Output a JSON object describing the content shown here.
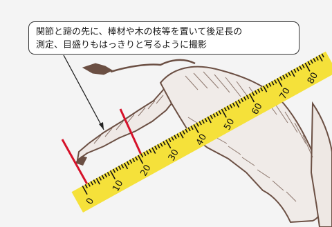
{
  "callout": {
    "line1": "関節と蹄の先に、棒材や木の枝等を置いて後足長の",
    "line2": "測定、目盛りもはっきりと写るように撮影"
  },
  "ruler": {
    "labels": [
      "0",
      "10",
      "20",
      "30",
      "40",
      "50",
      "60",
      "70",
      "80"
    ],
    "color": "#f5e13a"
  },
  "marker_color": "#d6122a",
  "sketch_color": "#6b4f43"
}
